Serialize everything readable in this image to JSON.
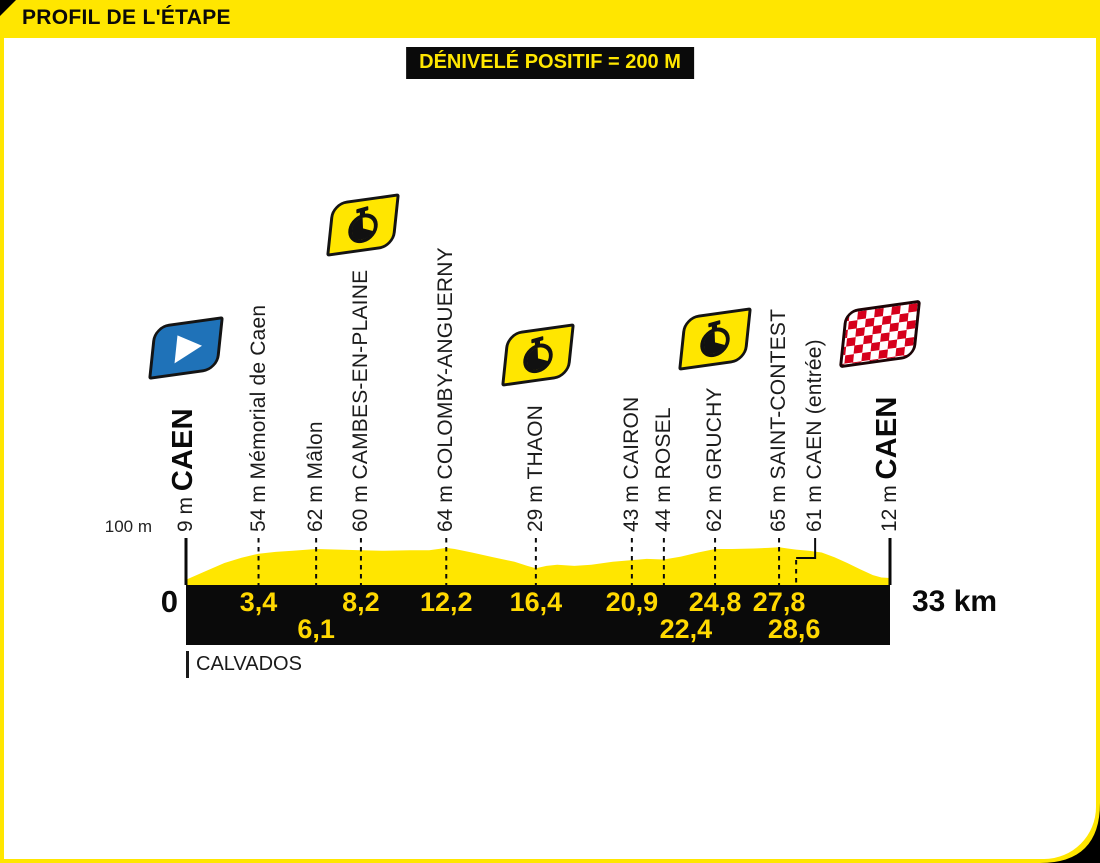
{
  "header": {
    "title": "PROFIL DE L'ÉTAPE"
  },
  "banner": {
    "text": "DÉNIVELÉ POSITIF = 200 M"
  },
  "axis": {
    "elevation_scale_label": "100 m",
    "start_km_label": "0",
    "end_km_label": "33 km"
  },
  "region_label": "CALVADOS",
  "colors": {
    "brand_yellow": "#FFE600",
    "km_text_gold": "#FFD800",
    "bar_black": "#0a0a0a",
    "start_flag_blue": "#1F72B8",
    "finish_flag_red": "#D6001C"
  },
  "waypoints": [
    {
      "km": 0,
      "elevation_m": 9,
      "elevation_label": "9 m",
      "name": "CAEN",
      "bold": true,
      "icon": "start-flag",
      "line": "solid",
      "km_text": "",
      "km_row": 0
    },
    {
      "km": 3.4,
      "elevation_m": 54,
      "elevation_label": "54 m",
      "name": "Mémorial de Caen",
      "bold": false,
      "icon": "",
      "line": "dashed",
      "km_text": "3,4",
      "km_row": 1
    },
    {
      "km": 6.1,
      "elevation_m": 62,
      "elevation_label": "62 m",
      "name": "Mâlon",
      "bold": false,
      "icon": "",
      "line": "dashed",
      "km_text": "6,1",
      "km_row": 2
    },
    {
      "km": 8.2,
      "elevation_m": 60,
      "elevation_label": "60 m",
      "name": "CAMBES-EN-PLAINE",
      "bold": false,
      "icon": "time-check",
      "line": "dashed",
      "km_text": "8,2",
      "km_row": 1
    },
    {
      "km": 12.2,
      "elevation_m": 64,
      "elevation_label": "64 m",
      "name": "COLOMBY-ANGUERNY",
      "bold": false,
      "icon": "",
      "line": "dashed",
      "km_text": "12,2",
      "km_row": 1
    },
    {
      "km": 16.4,
      "elevation_m": 29,
      "elevation_label": "29 m",
      "name": "THAON",
      "bold": false,
      "icon": "time-check",
      "line": "dashed",
      "km_text": "16,4",
      "km_row": 1
    },
    {
      "km": 20.9,
      "elevation_m": 43,
      "elevation_label": "43 m",
      "name": "CAIRON",
      "bold": false,
      "icon": "",
      "line": "dashed",
      "km_text": "20,9",
      "km_row": 1
    },
    {
      "km": 22.4,
      "elevation_m": 44,
      "elevation_label": "44 m",
      "name": "ROSEL",
      "bold": false,
      "icon": "",
      "line": "dashed",
      "km_text": "22,4",
      "km_row": 2
    },
    {
      "km": 24.8,
      "elevation_m": 62,
      "elevation_label": "62 m",
      "name": "GRUCHY",
      "bold": false,
      "icon": "time-check",
      "line": "dashed",
      "km_text": "24,8",
      "km_row": 1
    },
    {
      "km": 27.8,
      "elevation_m": 65,
      "elevation_label": "65 m",
      "name": "SAINT-CONTEST",
      "bold": false,
      "icon": "",
      "line": "dashed",
      "km_text": "27,8",
      "km_row": 1
    },
    {
      "km": 28.6,
      "elevation_m": 61,
      "elevation_label": "61 m",
      "name": "CAEN (entrée)",
      "bold": false,
      "icon": "",
      "line": "bracket",
      "km_text": "28,6",
      "km_row": 2
    },
    {
      "km": 33,
      "elevation_m": 12,
      "elevation_label": "12 m",
      "name": "CAEN",
      "bold": true,
      "icon": "finish-flag",
      "line": "solid",
      "km_text": "",
      "km_row": 0
    }
  ],
  "chart_data": {
    "type": "area",
    "title": "PROFIL DE L'ÉTAPE",
    "annotation": "DÉNIVELÉ POSITIF = 200 M",
    "x_unit": "km",
    "y_unit": "m",
    "xlim": [
      0,
      33
    ],
    "total_distance_km": 33,
    "elevation_gain_m": 200,
    "y_scale_label": "100 m",
    "region": "CALVADOS",
    "grid": false,
    "x_km": [
      0,
      0.8,
      1.8,
      2.6,
      3.4,
      4.2,
      5,
      6.1,
      7.2,
      8.2,
      9.3,
      10.5,
      11.4,
      12,
      12.2,
      12.6,
      13.4,
      14.4,
      15.4,
      16,
      16.4,
      16.9,
      17.4,
      18.2,
      19,
      20,
      20.9,
      21.6,
      22.4,
      23.2,
      24,
      24.8,
      25.6,
      26.6,
      27.3,
      27.8,
      28.2,
      28.6,
      29.2,
      29.8,
      30.4,
      31,
      31.6,
      32.2,
      32.6,
      33
    ],
    "elevation_m": [
      9,
      22,
      38,
      47,
      54,
      57,
      59,
      62,
      61,
      60,
      59,
      60,
      60,
      63,
      64,
      62,
      56,
      48,
      40,
      33,
      29,
      33,
      35,
      33,
      35,
      40,
      43,
      45,
      44,
      49,
      56,
      62,
      62,
      63,
      64,
      65,
      63,
      61,
      59,
      56,
      48,
      38,
      27,
      17,
      13,
      12
    ]
  }
}
